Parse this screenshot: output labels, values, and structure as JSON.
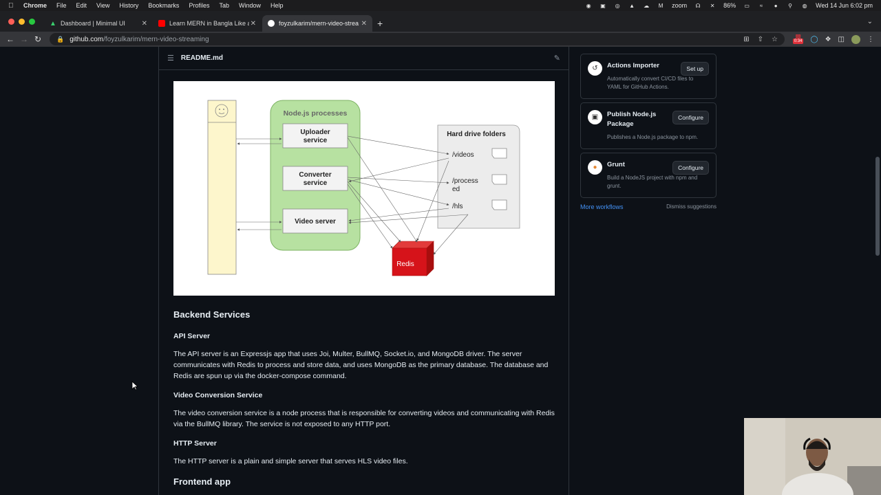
{
  "menubar": {
    "app": "Chrome",
    "menus": [
      "File",
      "Edit",
      "View",
      "History",
      "Bookmarks",
      "Profiles",
      "Tab",
      "Window",
      "Help"
    ],
    "zoom_label": "zoom",
    "battery": "86%",
    "datetime": "Wed 14 Jun  6:02 pm"
  },
  "tabs": [
    {
      "title": "Dashboard | Minimal UI",
      "icon": "minimal-ui-favicon"
    },
    {
      "title": "Learn MERN in Bangla Like a p",
      "icon": "youtube-favicon"
    },
    {
      "title": "foyzulkarim/mern-video-stream",
      "icon": "github-favicon"
    }
  ],
  "address": {
    "host": "github.com",
    "path": "/foyzulkarim/mern-video-streaming"
  },
  "recording_badge": "0:34",
  "readme": {
    "filename": "README.md",
    "diagram": {
      "group_label": "Node.js processes",
      "services": [
        "Uploader\nservice",
        "Converter\nservice",
        "Video server"
      ],
      "folders_label": "Hard drive folders",
      "folders": [
        "/videos",
        "/process\ned",
        "/hls"
      ],
      "redis": "Redis"
    },
    "h_backend": "Backend Services",
    "h_api": "API Server",
    "p_api": "The API server is an Expressjs app that uses Joi, Multer, BullMQ, Socket.io, and MongoDB driver. The server communicates with Redis to process and store data, and uses MongoDB as the primary database. The database and Redis are spun up via the docker-compose command.",
    "h_video": "Video Conversion Service",
    "p_video": "The video conversion service is a node process that is responsible for converting videos and communicating with Redis via the BullMQ library. The service is not exposed to any HTTP port.",
    "h_http": "HTTP Server",
    "p_http": "The HTTP server is a plain and simple server that serves HLS video files.",
    "h_frontend": "Frontend app"
  },
  "suggestions": [
    {
      "title": "Actions Importer",
      "desc": "Automatically convert CI/CD files to YAML for GitHub Actions.",
      "button": "Set up"
    },
    {
      "title": "Publish Node.js Package",
      "desc": "Publishes a Node.js package to npm.",
      "button": "Configure"
    },
    {
      "title": "Grunt",
      "desc": "Build a NodeJS project with npm and grunt.",
      "button": "Configure"
    }
  ],
  "more_workflows": "More workflows",
  "dismiss": "Dismiss suggestions"
}
